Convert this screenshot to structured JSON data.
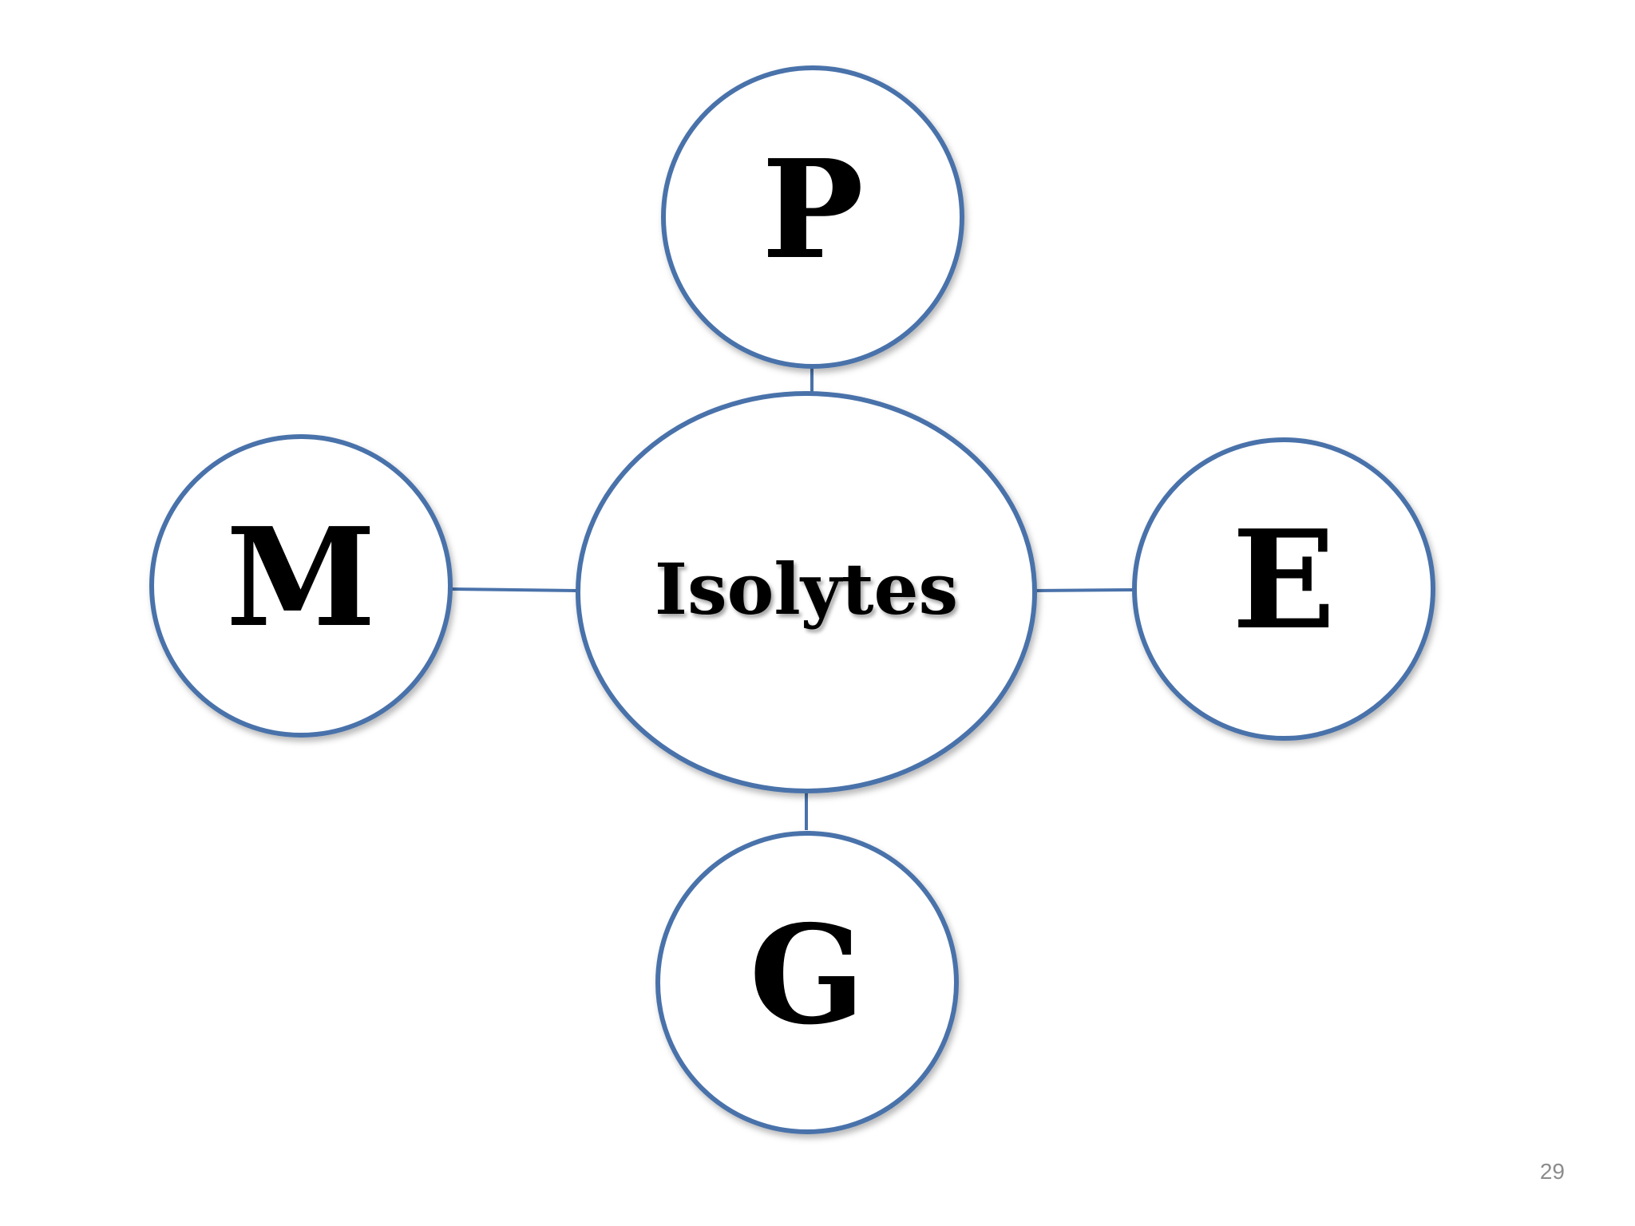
{
  "diagram": {
    "center": {
      "label": "Isolytes"
    },
    "nodes": {
      "top": "P",
      "left": "M",
      "right": "E",
      "bottom": "G"
    }
  },
  "page_number": "29",
  "colors": {
    "stroke": "#4a72aa",
    "text": "#000000",
    "page_number": "#8c8c8c"
  }
}
